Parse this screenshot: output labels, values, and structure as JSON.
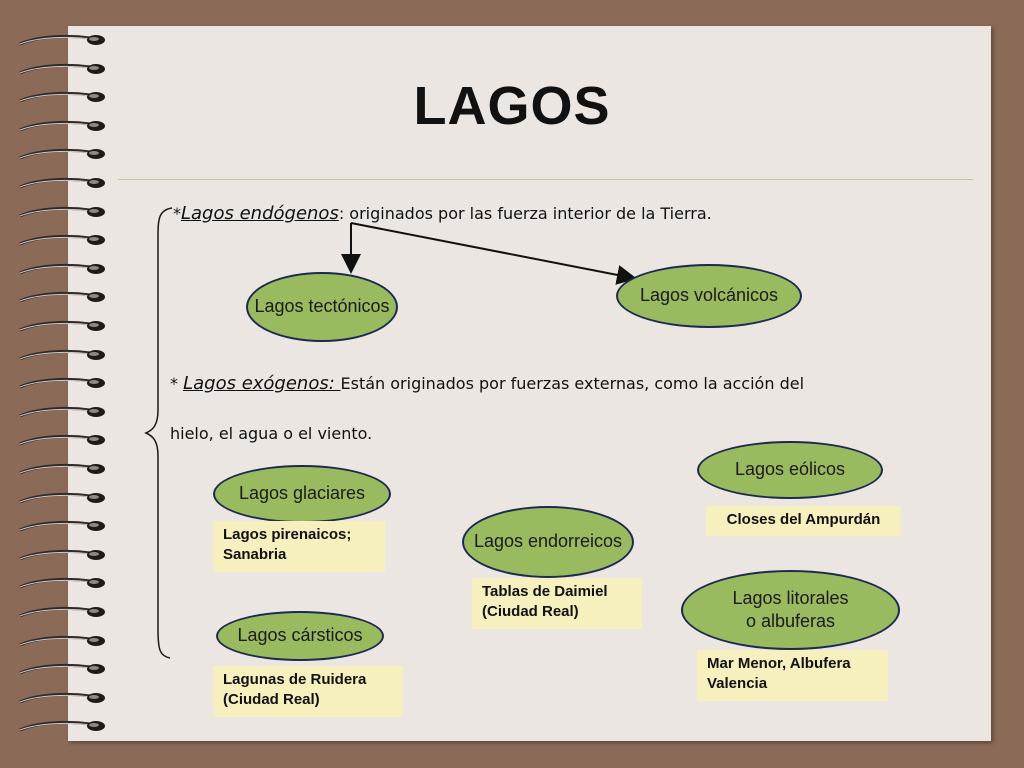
{
  "slide": {
    "title": "LAGOS",
    "endogenous": {
      "marker": "*",
      "term": "Lagos endógenos",
      "rest": ": originados por las fuerza interior de la Tierra."
    },
    "exogenous": {
      "marker": "* ",
      "term": "Lagos exógenos: ",
      "rest": "Están originados por fuerzas externas, como la acción del",
      "line2": "hielo, el agua o el viento."
    },
    "types": {
      "tectonicos": "Lagos tectónicos",
      "volcanicos": "Lagos volcánicos",
      "eolicos": "Lagos eólicos",
      "glaciares": "Lagos glaciares",
      "endorreicos": "Lagos endorreicos",
      "litorales_1": "Lagos litorales",
      "litorales_2": "o albuferas",
      "carsticos": "Lagos cársticos"
    },
    "examples": {
      "eolicos": "Closes del Ampurdán",
      "glaciares_1": "Lagos pirenaicos;",
      "glaciares_2": "Sanabria",
      "endorreicos_1": "Tablas de Daimiel",
      "endorreicos_2": "(Ciudad Real)",
      "litorales_1": "Mar Menor, Albufera",
      "litorales_2": "Valencia",
      "carsticos_1": "Lagunas de Ruidera",
      "carsticos_2": "(Ciudad Real)"
    }
  },
  "colors": {
    "background": "#8b6b58",
    "paper": "#ece6e2",
    "ellipse_fill": "#9aba5f",
    "ellipse_border": "#1d2a4f",
    "label_fill": "#f6efbe"
  }
}
